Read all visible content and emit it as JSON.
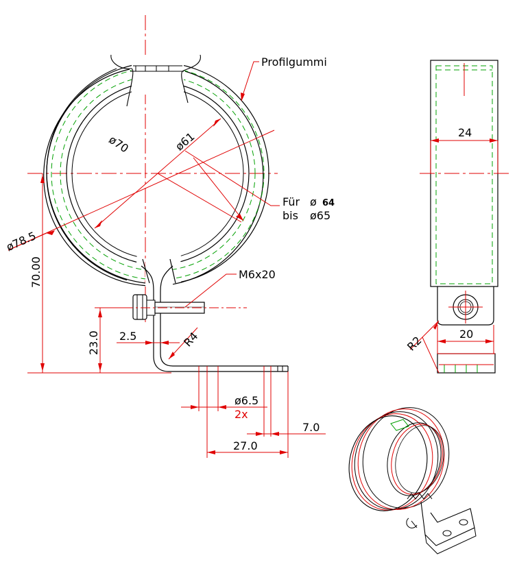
{
  "labels": {
    "material": "Profilgummi",
    "dia70": "ø70",
    "dia61": "ø61",
    "dia785": "ø78.5",
    "for_prefix": "Für",
    "for_phi": "ø",
    "for_64": "64",
    "for_line2": "bis",
    "for_65": "ø65",
    "bolt": "M6x20",
    "h70": "70.00",
    "h23": "23.0",
    "d25": "2.5",
    "r4": "R4",
    "hole": "ø6.5",
    "hole_count": "2x",
    "d70": "7.0",
    "d270": "27.0",
    "w24": "24",
    "w20": "20",
    "r2": "R2"
  },
  "colors": {
    "outline": "#000000",
    "dimension": "#e00000",
    "rubber": "#00a000"
  }
}
